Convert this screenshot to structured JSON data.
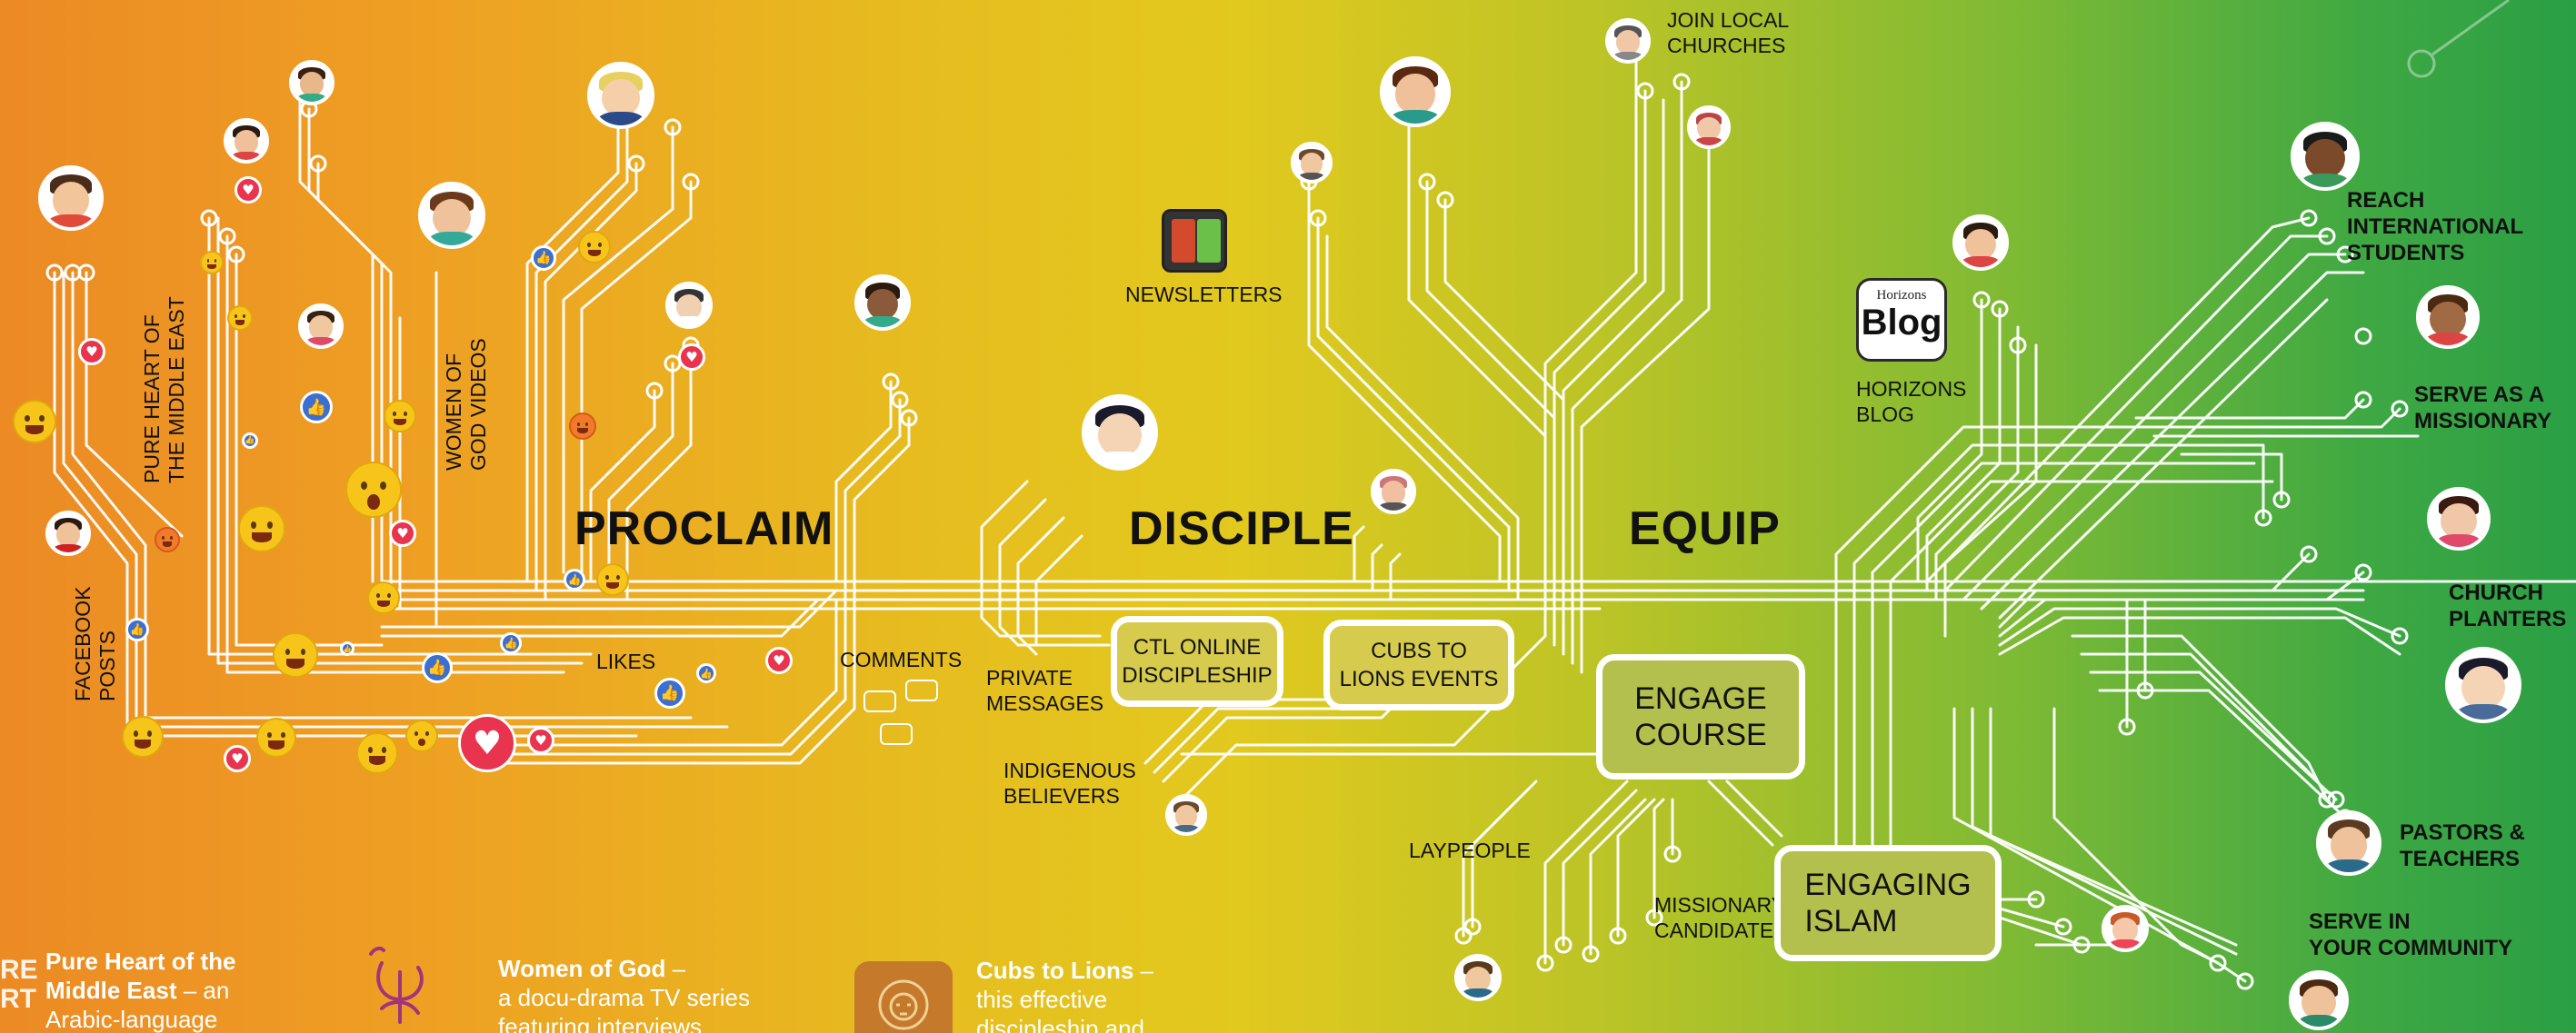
{
  "stages": {
    "proclaim": "PROCLAIM",
    "disciple": "DISCIPLE",
    "equip": "EQUIP"
  },
  "channels": {
    "facebook_posts": [
      "FACEBOOK",
      "POSTS"
    ],
    "pure_heart": [
      "PURE HEART OF",
      "THE MIDDLE EAST"
    ],
    "women_of_god": [
      "WOMEN OF",
      "GOD VIDEOS"
    ],
    "likes": "LIKES",
    "comments": "COMMENTS",
    "private_messages": [
      "PRIVATE",
      "MESSAGES"
    ],
    "indigenous_believers": [
      "INDIGENOUS",
      "BELIEVERS"
    ],
    "newsletters": "NEWSLETTERS",
    "join_local_churches": [
      "JOIN LOCAL",
      "CHURCHES"
    ],
    "horizons_blog": [
      "HORIZONS",
      "BLOG"
    ],
    "laypeople": "LAYPEOPLE",
    "missionary_candidates": [
      "MISSIONARY",
      "CANDIDATES"
    ]
  },
  "boxes": {
    "ctl_online": [
      "CTL ONLINE",
      "DISCIPLESHIP"
    ],
    "cubs_events": [
      "CUBS TO",
      "LIONS EVENTS"
    ],
    "engage_course": [
      "ENGAGE",
      "COURSE"
    ],
    "engaging_islam": [
      "ENGAGING",
      "ISLAM"
    ]
  },
  "outcomes": {
    "reach_students": [
      "REACH",
      "INTERNATIONAL",
      "STUDENTS"
    ],
    "serve_missionary": [
      "SERVE AS A",
      "MISSIONARY"
    ],
    "church_planters": [
      "CHURCH",
      "PLANTERS"
    ],
    "pastors_teachers": [
      "PASTORS &",
      "TEACHERS"
    ],
    "serve_community": [
      "SERVE IN",
      "YOUR COMMUNITY"
    ]
  },
  "blog_logo": {
    "top": "Horizons",
    "main": "Blog"
  },
  "bottom": {
    "pure_heart": {
      "title": "Pure Heart of the",
      "line2a": "Middle East",
      "line2b": " – an",
      "line3": "Arabic-language",
      "edge": [
        "RE",
        "RT"
      ]
    },
    "women": {
      "title": "Women of God",
      "dash": " –",
      "line2": "a docu-drama TV series",
      "line3": "featuring interviews"
    },
    "cubs": {
      "title": "Cubs to Lions",
      "dash": " –",
      "line2": "this effective",
      "line3": "discipleship and"
    }
  },
  "colors": {
    "line": "#ffffff",
    "box_small": "#d6cb4c",
    "box_large": "#b3c04d",
    "heart": "#e8344e",
    "like": "#3b6fd1",
    "emoji": "#f7c51a"
  },
  "icons": [
    "heart-icon",
    "like-icon",
    "emoji-icon",
    "avatar-icon",
    "newsletter-phone-icon",
    "lion-logo-icon",
    "comment-bubble-icon"
  ]
}
